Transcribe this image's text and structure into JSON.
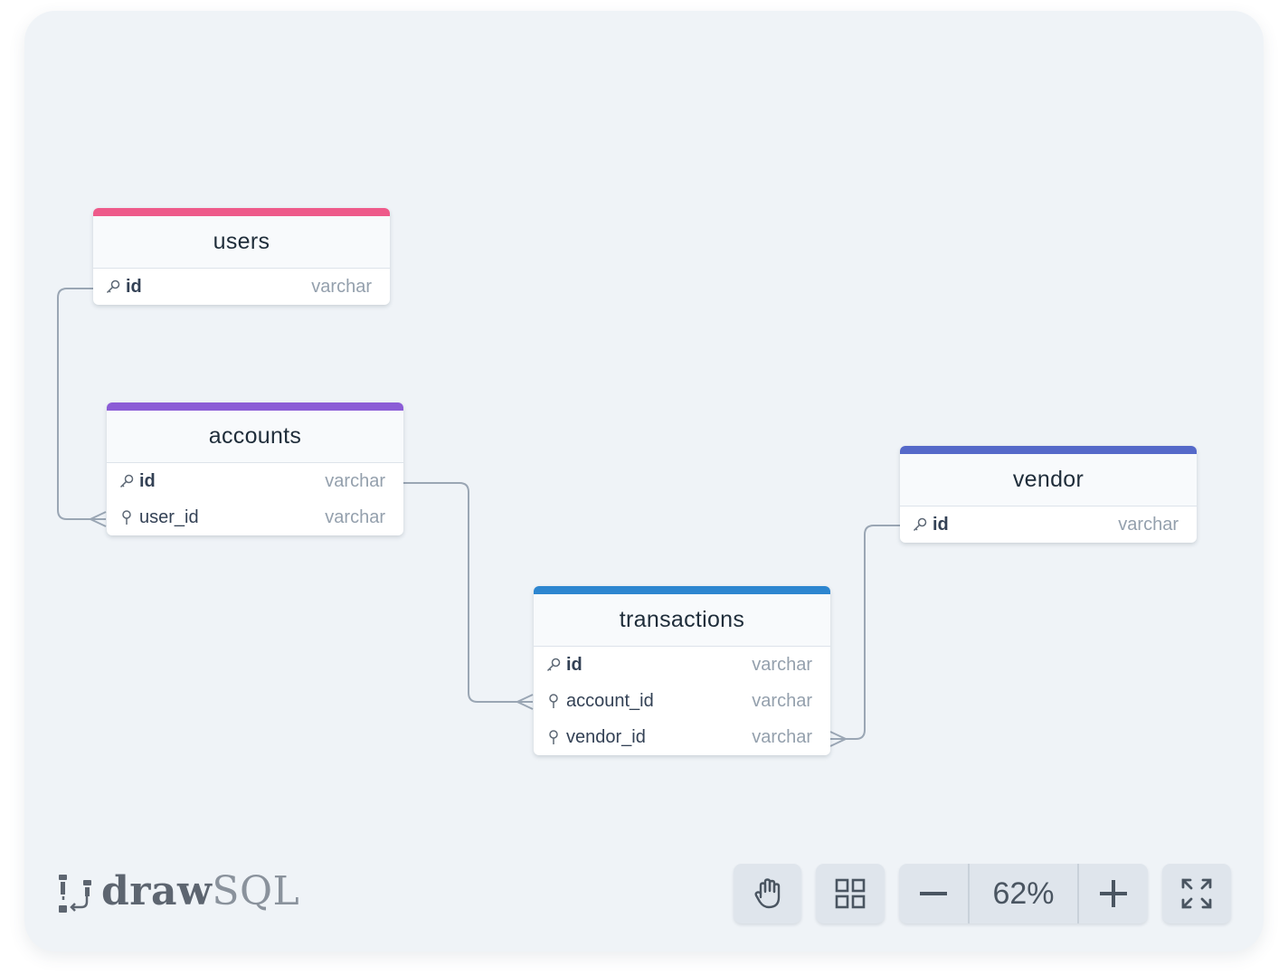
{
  "app": {
    "name_bold": "draw",
    "name_light": "SQL"
  },
  "tables": {
    "users": {
      "name": "users",
      "accent": "#ee5a8a",
      "columns": [
        {
          "name": "id",
          "type": "varchar",
          "key": "primary"
        }
      ]
    },
    "accounts": {
      "name": "accounts",
      "accent": "#8b5cd6",
      "columns": [
        {
          "name": "id",
          "type": "varchar",
          "key": "primary"
        },
        {
          "name": "user_id",
          "type": "varchar",
          "key": "foreign"
        }
      ]
    },
    "vendor": {
      "name": "vendor",
      "accent": "#5569c9",
      "columns": [
        {
          "name": "id",
          "type": "varchar",
          "key": "primary"
        }
      ]
    },
    "transactions": {
      "name": "transactions",
      "accent": "#2d86d0",
      "columns": [
        {
          "name": "id",
          "type": "varchar",
          "key": "primary"
        },
        {
          "name": "account_id",
          "type": "varchar",
          "key": "foreign"
        },
        {
          "name": "vendor_id",
          "type": "varchar",
          "key": "foreign"
        }
      ]
    }
  },
  "toolbar": {
    "pan_icon": "hand-icon",
    "grid_icon": "grid-icon",
    "zoom_out_icon": "minus-icon",
    "zoom_level": "62%",
    "zoom_in_icon": "plus-icon",
    "fullscreen_icon": "expand-icon"
  },
  "colors": {
    "canvas": "#eff3f7",
    "link": "#9aa6b4"
  }
}
